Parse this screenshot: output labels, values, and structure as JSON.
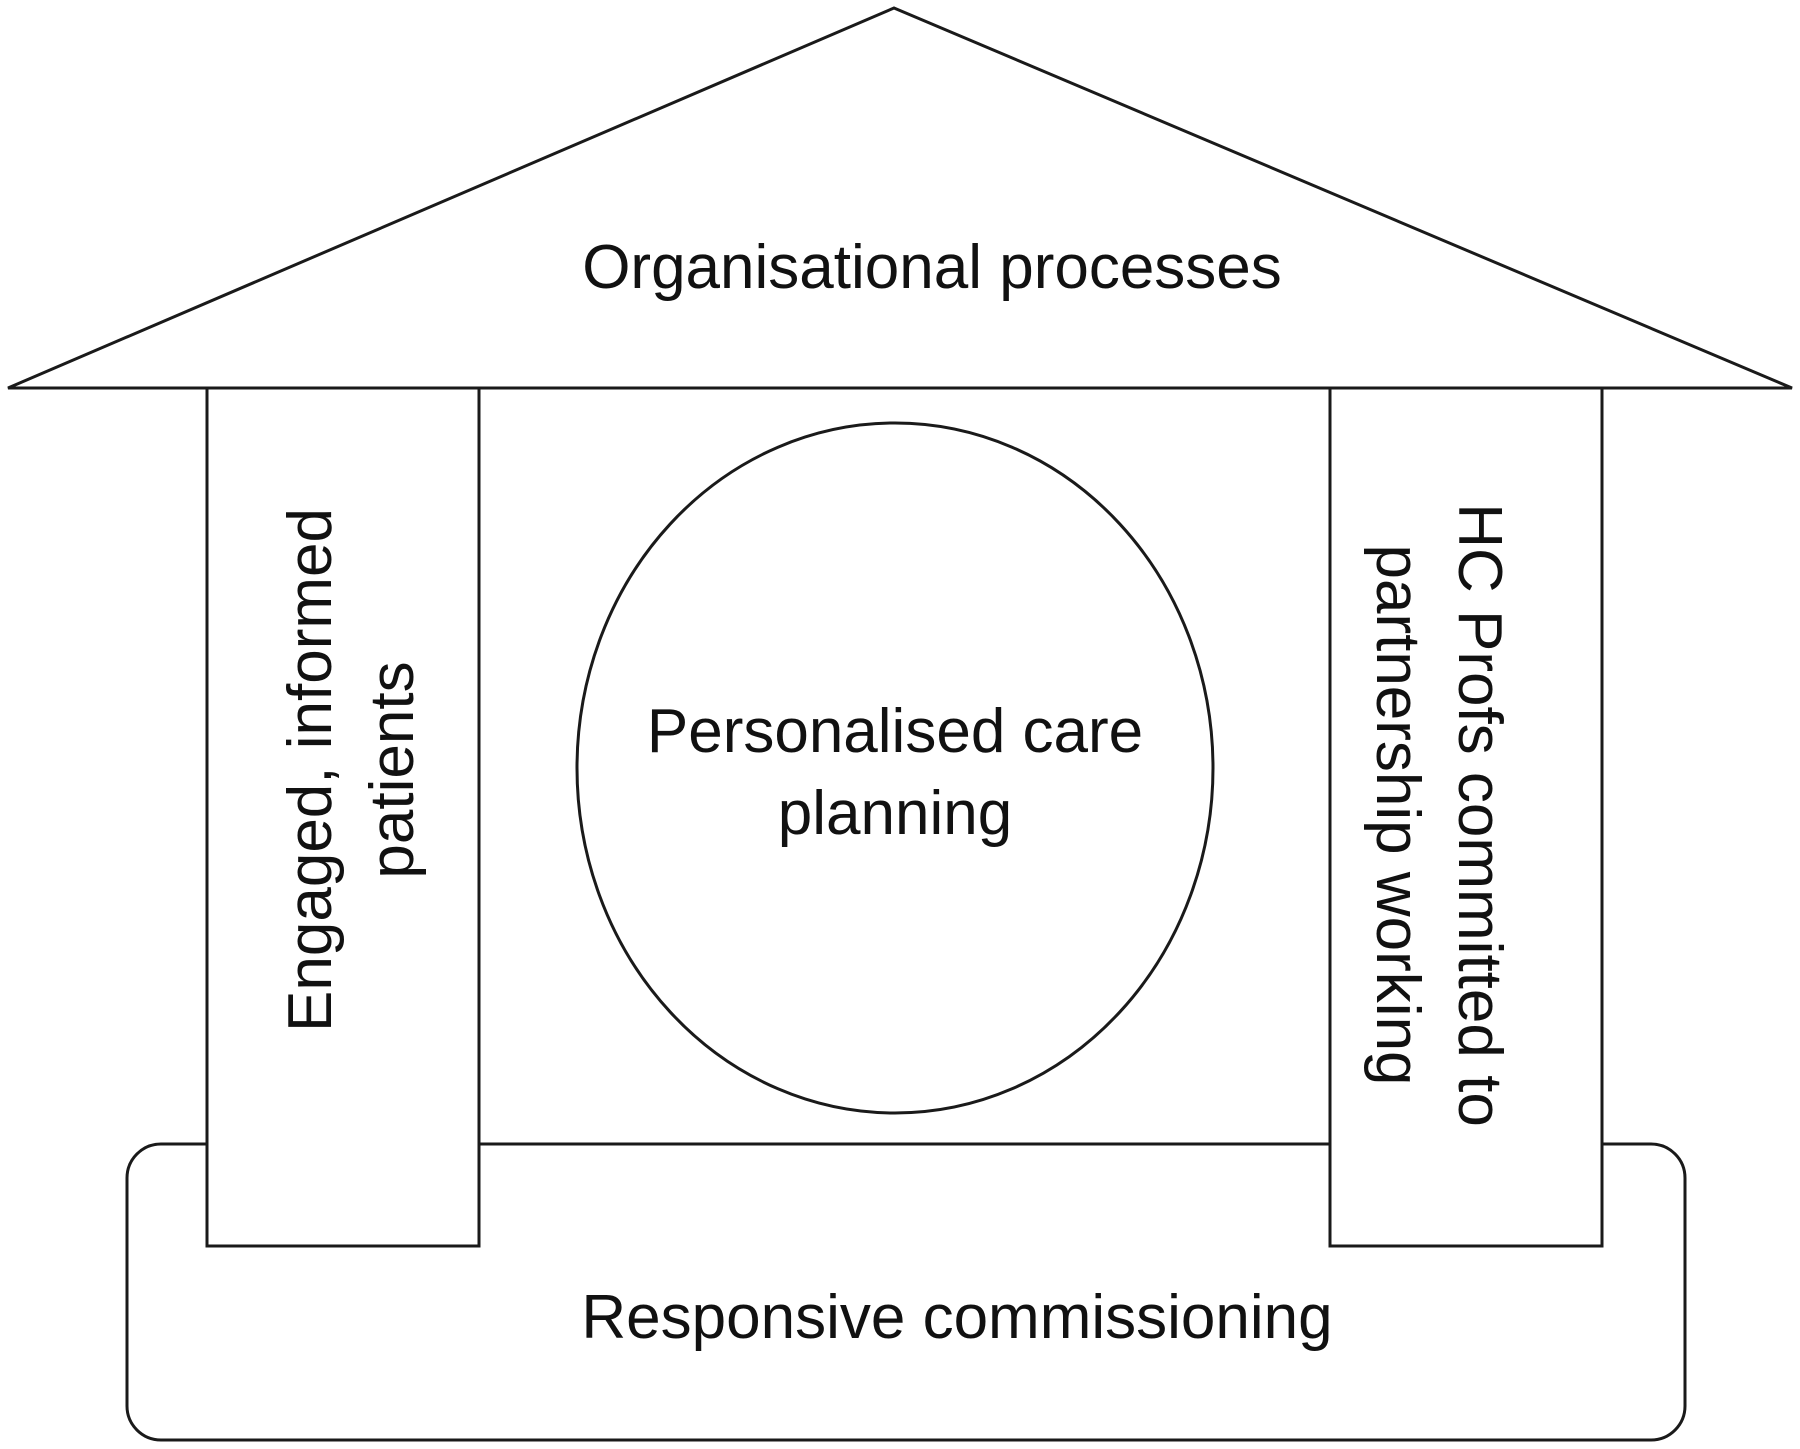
{
  "diagram": {
    "roof_label": "Organisational processes",
    "left_pillar": {
      "line1": "Engaged, informed",
      "line2": "patients"
    },
    "right_pillar": {
      "line1": "HC Profs committed to",
      "line2": "partnership working"
    },
    "center": {
      "line1": "Personalised care",
      "line2": "planning"
    },
    "foundation_label": "Responsive commissioning"
  }
}
